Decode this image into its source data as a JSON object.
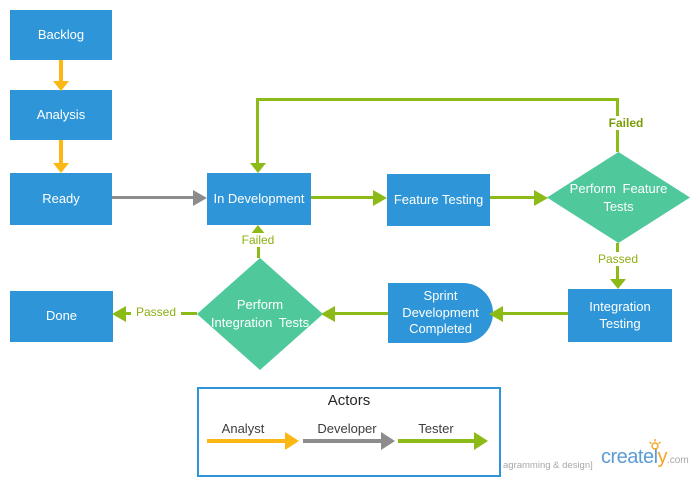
{
  "diagram": {
    "nodes": {
      "backlog": {
        "label": "Backlog"
      },
      "analysis": {
        "label": "Analysis"
      },
      "ready": {
        "label": "Ready"
      },
      "in_development": {
        "label": "In Development"
      },
      "feature_testing": {
        "label": "Feature Testing"
      },
      "perform_feature_tests": {
        "label": "Perform Feature Tests"
      },
      "integration_testing": {
        "label": "Integration Testing"
      },
      "sprint_development_completed": {
        "label": "Sprint Development Completed"
      },
      "perform_integration_tests": {
        "label": "Perform Integration Tests"
      },
      "done": {
        "label": "Done"
      }
    },
    "edge_labels": {
      "feature_failed": "Failed",
      "feature_passed": "Passed",
      "integration_failed": "Failed",
      "integration_passed": "Passed"
    },
    "colors": {
      "node_blue": "#2E96D8",
      "decision_teal": "#4FC99B",
      "analyst_yellow": "#FDB714",
      "developer_gray": "#8C8C8C",
      "tester_green": "#8CBA16",
      "edge_label_green": "#8CAF12"
    }
  },
  "legend": {
    "title": "Actors",
    "items": [
      {
        "label": "Analyst",
        "color": "#FDB714"
      },
      {
        "label": "Developer",
        "color": "#8C8C8C"
      },
      {
        "label": "Tester",
        "color": "#8CBA16"
      }
    ]
  },
  "footer": {
    "tagline": "agramming & design]",
    "brand_main": "createl",
    "brand_y": "y",
    "brand_domain": ".com"
  }
}
